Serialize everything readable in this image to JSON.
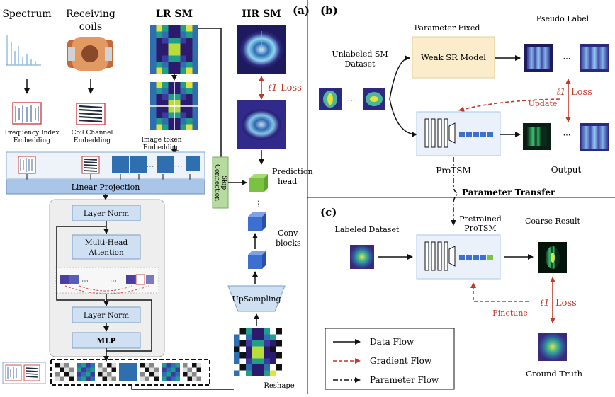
{
  "panel_a": {
    "label": "(a)",
    "spectrum_title": "Spectrum",
    "coils_title_line1": "Receiving",
    "coils_title_line2": "coils",
    "lr_title": "LR SM",
    "hr_title": "HR SM",
    "loss_label": "Loss",
    "loss_symbol": "ℓ1",
    "freq_embed_line1": "Frequency Index",
    "freq_embed_line2": "Embedding",
    "coil_embed_line1": "Coil Channel",
    "coil_embed_line2": "Embedding",
    "image_token_line1": "Image token",
    "image_token_line2": "Embedding",
    "linear_projection": "Linear Projection",
    "layer_norm_1": "Layer Norm",
    "mha_line1": "Multi-Head",
    "mha_line2": "Attention",
    "layer_norm_2": "Layer Norm",
    "mlp": "MLP",
    "skip_line1": "Skip",
    "skip_line2": "Connection",
    "prediction_line1": "Prediction",
    "prediction_line2": "head",
    "conv_line1": "Conv",
    "conv_line2": "blocks",
    "upsampling": "UpSampling",
    "reshape": "Reshape",
    "dots": "⋯",
    "vdots": "⋮"
  },
  "panel_b": {
    "label": "(b)",
    "param_fixed": "Parameter Fixed",
    "pseudo_label": "Pseudo Label",
    "unlabeled_line1": "Unlabeled SM",
    "unlabeled_line2": "Dataset",
    "weak_model": "Weak SR Model",
    "loss_label": "Loss",
    "loss_symbol": "ℓ1",
    "update": "Update",
    "protsm": "ProTSM",
    "output": "Output",
    "dots": "⋯"
  },
  "transfer": {
    "label": "Parameter Transfer"
  },
  "panel_c": {
    "label": "(c)",
    "labeled_dataset": "Labeled Dataset",
    "pretrained_line1": "Pretrained",
    "pretrained_line2": "ProTSM",
    "coarse_result": "Coarse Result",
    "finetune": "Finetune",
    "loss_label": "Loss",
    "loss_symbol": "ℓ1",
    "ground_truth": "Ground Truth"
  },
  "legend": {
    "data_flow": "Data Flow",
    "gradient_flow": "Gradient Flow",
    "parameter_flow": "Parameter Flow"
  },
  "colors": {
    "red": "#c0392b",
    "projection_blue": "#a9c6e8",
    "block_blue": "#cfe0f3",
    "weak_model_yellow": "#fbeccb",
    "skip_green": "#b6dba0",
    "cube_green": "#7dc142",
    "cube_blue": "#3d6fd1",
    "sm_dark": "#2b1a6e",
    "sm_yellow": "#e3e33a"
  }
}
